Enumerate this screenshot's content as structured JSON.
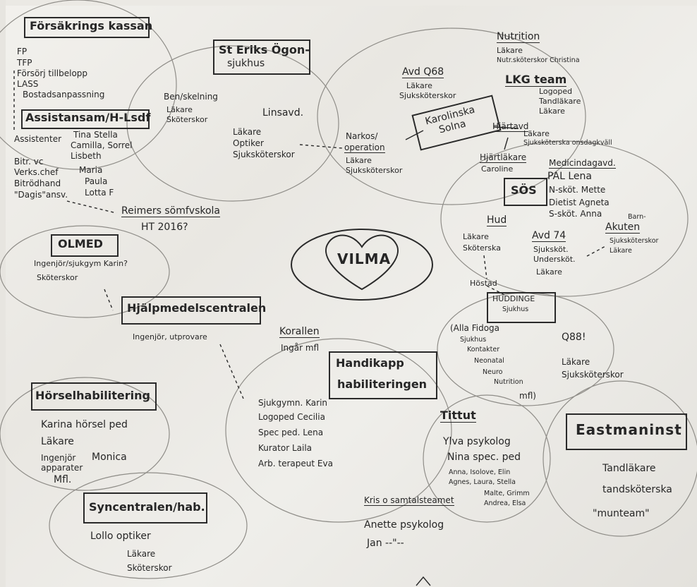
{
  "center": {
    "label": "VILMA"
  },
  "forsakring": {
    "title": "Försäkrings kassan",
    "items": [
      "FP",
      "TFP",
      "Försörj tillbelopp",
      "LASS",
      "Bostadsanpassning"
    ]
  },
  "assistans": {
    "title": "Assistansam/H-Lsdf",
    "roles": [
      "Assistenter",
      "Bitr. vc",
      "Verks.chef",
      "Bitrödhand",
      "\"Dagis\"ansv."
    ],
    "names": [
      "Tina Stella",
      "Camilla, Sorrel",
      "Lisbeth",
      "Maria",
      "Paula",
      "Lotta F"
    ]
  },
  "reimers": {
    "label": "Reimers sömfvskola",
    "note": "HT 2016?"
  },
  "olmed": {
    "title": "OLMED",
    "line1": "Ingenjör/sjukgym Karin?",
    "line2": "Sköterskor"
  },
  "hjalpmedel": {
    "title": "Hjälpmedelscentralen",
    "line1": "Ingenjör, utprovare"
  },
  "horsel": {
    "title": "Hörselhabilitering",
    "l1": "Karina hörsel ped",
    "l2": "Läkare",
    "l3": "Ingenjör",
    "l4": "apparater",
    "l5": "Mfl.",
    "l6": "Monica"
  },
  "syncentralen": {
    "title": "Syncentralen/hab.",
    "l1": "Lollo optiker",
    "l2": "Läkare",
    "l3": "Sköterskor"
  },
  "sterik": {
    "title": "St Eriks Ögon-",
    "title2": "sjukhus",
    "bones": "Ben/skelning",
    "bones2": "Läkare",
    "bones3": "Sköterskor",
    "lins": "Linsavd.",
    "l1": "Läkare",
    "l2": "Optiker",
    "l3": "Sjuksköterskor"
  },
  "narkos": {
    "title": "Narkos/",
    "title2": "operation",
    "l1": "Läkare",
    "l2": "Sjuksköterskor"
  },
  "avd": {
    "title": "Avd Q68",
    "l1": "Läkare",
    "l2": "Sjuksköterskor"
  },
  "nutrition": {
    "title": "Nutrition",
    "l1": "Läkare",
    "l2": "Nutr.sköterskor Christina"
  },
  "lkg": {
    "title": "LKG team",
    "l1": "Logoped",
    "l2": "Tandläkare",
    "l3": "Läkare"
  },
  "karolinska": {
    "title": "Karolinska",
    "title2": "Solna"
  },
  "hjartavd": {
    "title": "Hjärtavd",
    "l1": "Läkare",
    "l2": "Sjuksköterska onsdagkväll"
  },
  "hjartlakare": {
    "title": "Hjärtläkare",
    "l1": "Caroline"
  },
  "medicin": {
    "title": "Medicindagavd.",
    "l1": "PAL Lena",
    "l2": "N-sköt. Mette",
    "l3": "Dietist Agneta",
    "l4": "S-sköt. Anna"
  },
  "sos": {
    "title": "SÖS"
  },
  "hud": {
    "title": "Hud",
    "l1": "Läkare",
    "l2": "Sköterska"
  },
  "avd74": {
    "title": "Avd 74",
    "l1": "Sjuksköt.",
    "l2": "Undersköt.",
    "l3": "Läkare"
  },
  "akuten": {
    "title": "Barn-",
    "title2": "Akuten",
    "l1": "Sjuksköterskor",
    "l2": "Läkare"
  },
  "hosted": {
    "label": "Höstad"
  },
  "huddinge": {
    "title": "HUDDINGE",
    "title2": "Sjukhus",
    "l1": "(Alla Fidoga",
    "l2": "Sjukhus",
    "l3": "Kontakter",
    "l4": "Neonatal",
    "l5": "Neuro",
    "l6": "Nutrition",
    "l7": "mfl)"
  },
  "q88": {
    "title": "Q88!",
    "l1": "Läkare",
    "l2": "Sjuksköterskor"
  },
  "korallen": {
    "title": "Korallen",
    "l1": "Ingår mfl"
  },
  "handikapp": {
    "title": "Handikapp",
    "title2": "habiliteringen",
    "l1": "Sjukgymn. Karin",
    "l2": "Logoped Cecilia",
    "l3": "Spec ped. Lena",
    "l4": "Kurator Laila",
    "l5": "Arb. terapeut Eva"
  },
  "tittut": {
    "title": "Tittut",
    "l1": "Ylva psykolog",
    "l2": "Nina spec. ped",
    "l3": "Anna, Isolove, Elin",
    "l4": "Agnes, Laura, Stella",
    "l5": "Malte, Grimm",
    "l6": "Andrea, Elsa"
  },
  "kris": {
    "title": "Kris o samtalsteamet",
    "l1": "Anette psykolog",
    "l2": "Jan --\"--"
  },
  "eastman": {
    "title": "Eastmaninst",
    "l1": "Tandläkare",
    "l2": "tandsköterska",
    "l3": "\"munteam\""
  }
}
